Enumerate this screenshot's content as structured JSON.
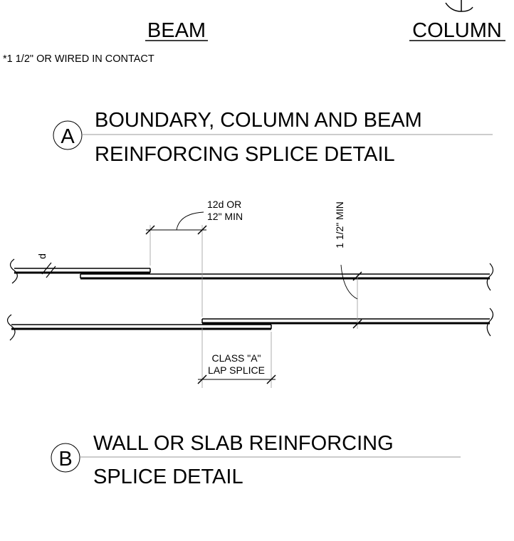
{
  "top_labels": {
    "beam": "BEAM",
    "column": "COLUMN",
    "note": "*1 1/2\" OR WIRED IN CONTACT"
  },
  "detail_a": {
    "letter": "A",
    "title_line1": "BOUNDARY, COLUMN AND BEAM",
    "title_line2": "REINFORCING SPLICE DETAIL"
  },
  "drawing": {
    "lap_length_line1": "12d OR",
    "lap_length_line2": "12\" MIN",
    "bar_diameter": "d",
    "clearance": "1 1/2\" MIN",
    "splice_class_line1": "CLASS \"A\"",
    "splice_class_line2": "LAP SPLICE"
  },
  "detail_b": {
    "letter": "B",
    "title_line1": "WALL OR SLAB REINFORCING",
    "title_line2": "SPLICE DETAIL"
  }
}
